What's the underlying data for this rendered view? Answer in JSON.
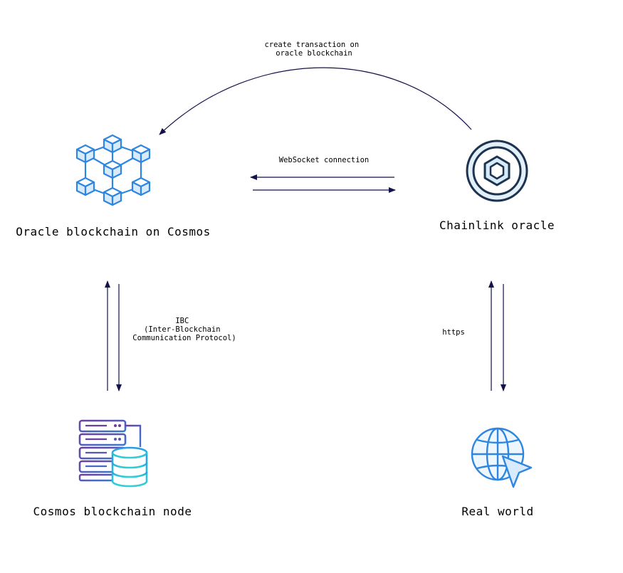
{
  "nodes": {
    "oracle_blockchain": {
      "label": "Oracle blockchain on Cosmos",
      "icon": "blockchain-network-icon"
    },
    "chainlink_oracle": {
      "label": "Chainlink oracle",
      "icon": "chainlink-logo-icon"
    },
    "cosmos_node": {
      "label": "Cosmos blockchain node",
      "icon": "server-database-icon"
    },
    "real_world": {
      "label": "Real world",
      "icon": "globe-cursor-icon"
    }
  },
  "edges": {
    "create_tx": {
      "lines": [
        "create transaction on",
        "oracle blockchain"
      ]
    },
    "websocket": {
      "label": "WebSocket connection"
    },
    "ibc": {
      "lines": [
        "IBC",
        "(Inter-Blockchain",
        "Communication Protocol)"
      ]
    },
    "https": {
      "label": "https"
    }
  },
  "colors": {
    "arrow": "#14124a",
    "blue": "#2f86e0",
    "blue_light": "#d8ebfc",
    "purple": "#6a3fa0",
    "teal": "#2bc6d6",
    "chainlink_ring": "#1d3350",
    "chainlink_fill": "#e3f0fb"
  }
}
